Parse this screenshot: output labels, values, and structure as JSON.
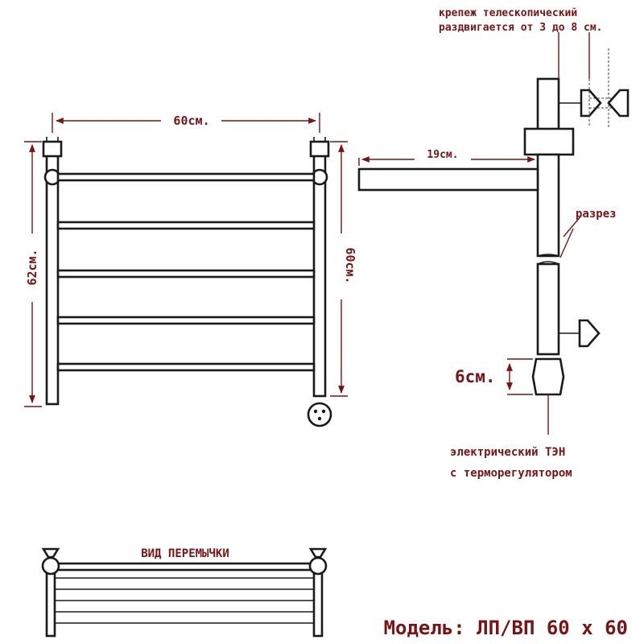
{
  "labels": {
    "mount_line1": "крепеж телескопический",
    "mount_line2": "раздвигается от 3 до 8 см.",
    "width": "60см.",
    "offset": "19см.",
    "height_left": "62см.",
    "height_right": "60см.",
    "section": "разрез",
    "heater_offset": "6см.",
    "heater_line1": "электрический  ТЭН",
    "heater_line2": "с терморегулятором",
    "jumper_view": "ВИД ПЕРЕМЫЧКИ",
    "model": "Модель: ЛП/ВП 60 х 60"
  },
  "colors": {
    "label": "#7a1414",
    "drawing": "#1a1a1a",
    "background": "#ffffff"
  }
}
